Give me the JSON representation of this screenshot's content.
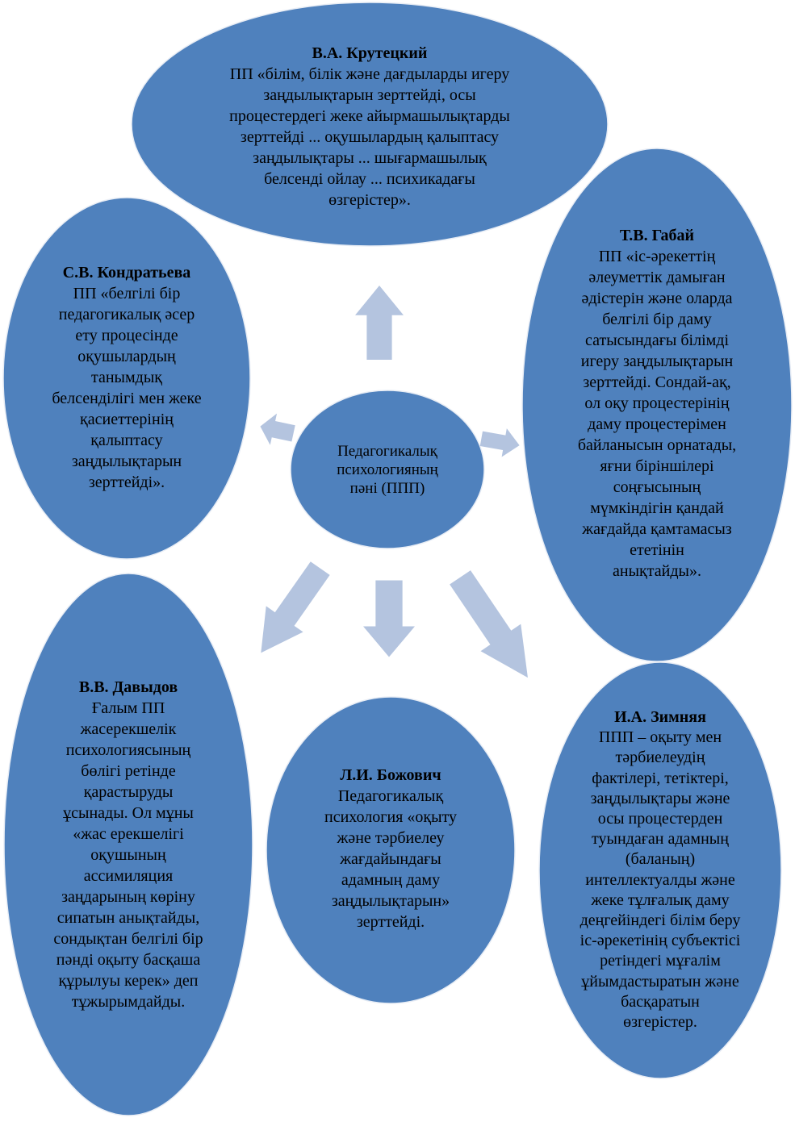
{
  "colors": {
    "ellipse_fill": "#4f81bd",
    "ellipse_stroke": "#e8edf5",
    "arrow_fill": "#b4c4df",
    "text": "#000000"
  },
  "center": {
    "lines": [
      "Педагогикалық",
      "психологияның",
      "пәні (ППП)"
    ]
  },
  "nodes": {
    "top": {
      "title": "В.А. Крутецкий",
      "lines": [
        "ПП «білім, білік және дағдыларды игеру",
        "заңдылықтарын зерттейді, осы",
        "процестердегі жеке айырмашылықтарды",
        "зерттейді ... оқушылардың қалыптасу",
        "заңдылықтары ... шығармашылық",
        "белсенді ойлау ... психикадағы",
        "өзгерістер»."
      ]
    },
    "left": {
      "title": "С.В. Кондратьева",
      "lines": [
        "ПП «белгілі бір",
        "педагогикалық әсер",
        "ету процесінде",
        "оқушылардың",
        "танымдық",
        "белсенділігі мен жеке",
        "қасиеттерінің",
        "қалыптасу",
        "заңдылықтарын",
        "зерттейді»."
      ]
    },
    "right": {
      "title": "Т.В. Габай",
      "lines": [
        "ПП «іс-әрекеттің",
        "әлеуметтік дамыған",
        "әдістерін және оларда",
        "белгілі бір даму",
        "сатысындағы білімді",
        "игеру заңдылықтарын",
        "зерттейді. Сондай-ақ,",
        "ол оқу процестерінің",
        "даму процестерімен",
        "байланысын орнатады,",
        "яғни біріншілері",
        "соңғысының",
        "мүмкіндігін қандай",
        "жағдайда қамтамасыз",
        "ететінін",
        "анықтайды»."
      ]
    },
    "bottom_left": {
      "title": "В.В. Давыдов",
      "lines": [
        "Ғалым ПП",
        "жасерекшелік",
        "психологиясының",
        "бөлігі ретінде",
        "қарастыруды",
        "ұсынады. Ол мұны",
        "«жас ерекшелігі",
        "оқушының",
        "ассимиляция",
        "заңдарының көріну",
        "сипатын анықтайды,",
        "сондықтан белгілі бір",
        "пәнді оқыту басқаша",
        "құрылуы керек» деп",
        "тұжырымдайды."
      ]
    },
    "bottom_center": {
      "title": "Л.И. Божович",
      "lines": [
        "Педагогикалық",
        "психология «оқыту",
        "және тәрбиелеу",
        "жағдайындағы",
        "адамның даму",
        "заңдылықтарын»",
        "зерттейді."
      ]
    },
    "bottom_right": {
      "title": "И.А. Зимняя",
      "lines": [
        "ППП – оқыту мен",
        "тәрбиелеудің",
        "фактілері, тетіктері,",
        "заңдылықтары және",
        "осы процестерден",
        "туындаған адамның",
        "(баланың)",
        "интеллектуалды және",
        "жеке тұлғалық даму",
        "деңгейіндегі білім беру",
        "іс-әрекетінің субъектісі",
        "ретіндегі мұғалім",
        "ұйымдастыратын және",
        "басқаратын",
        "өзгерістер."
      ]
    }
  }
}
